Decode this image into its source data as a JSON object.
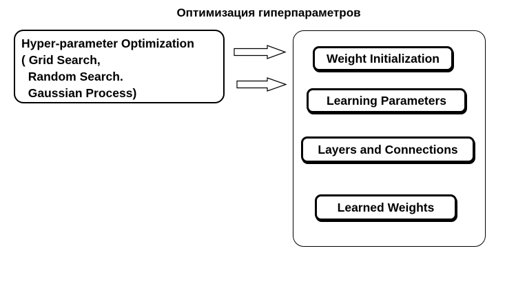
{
  "title": "Оптимизация гиперпараметров",
  "source": {
    "lines": [
      "Hyper-parameter Optimization",
      "( Grid Search,",
      "  Random Search.",
      "  Gaussian Process)"
    ]
  },
  "targets": [
    "Weight Initialization",
    "Learning Parameters",
    "Layers and Connections",
    "Learned Weights"
  ]
}
